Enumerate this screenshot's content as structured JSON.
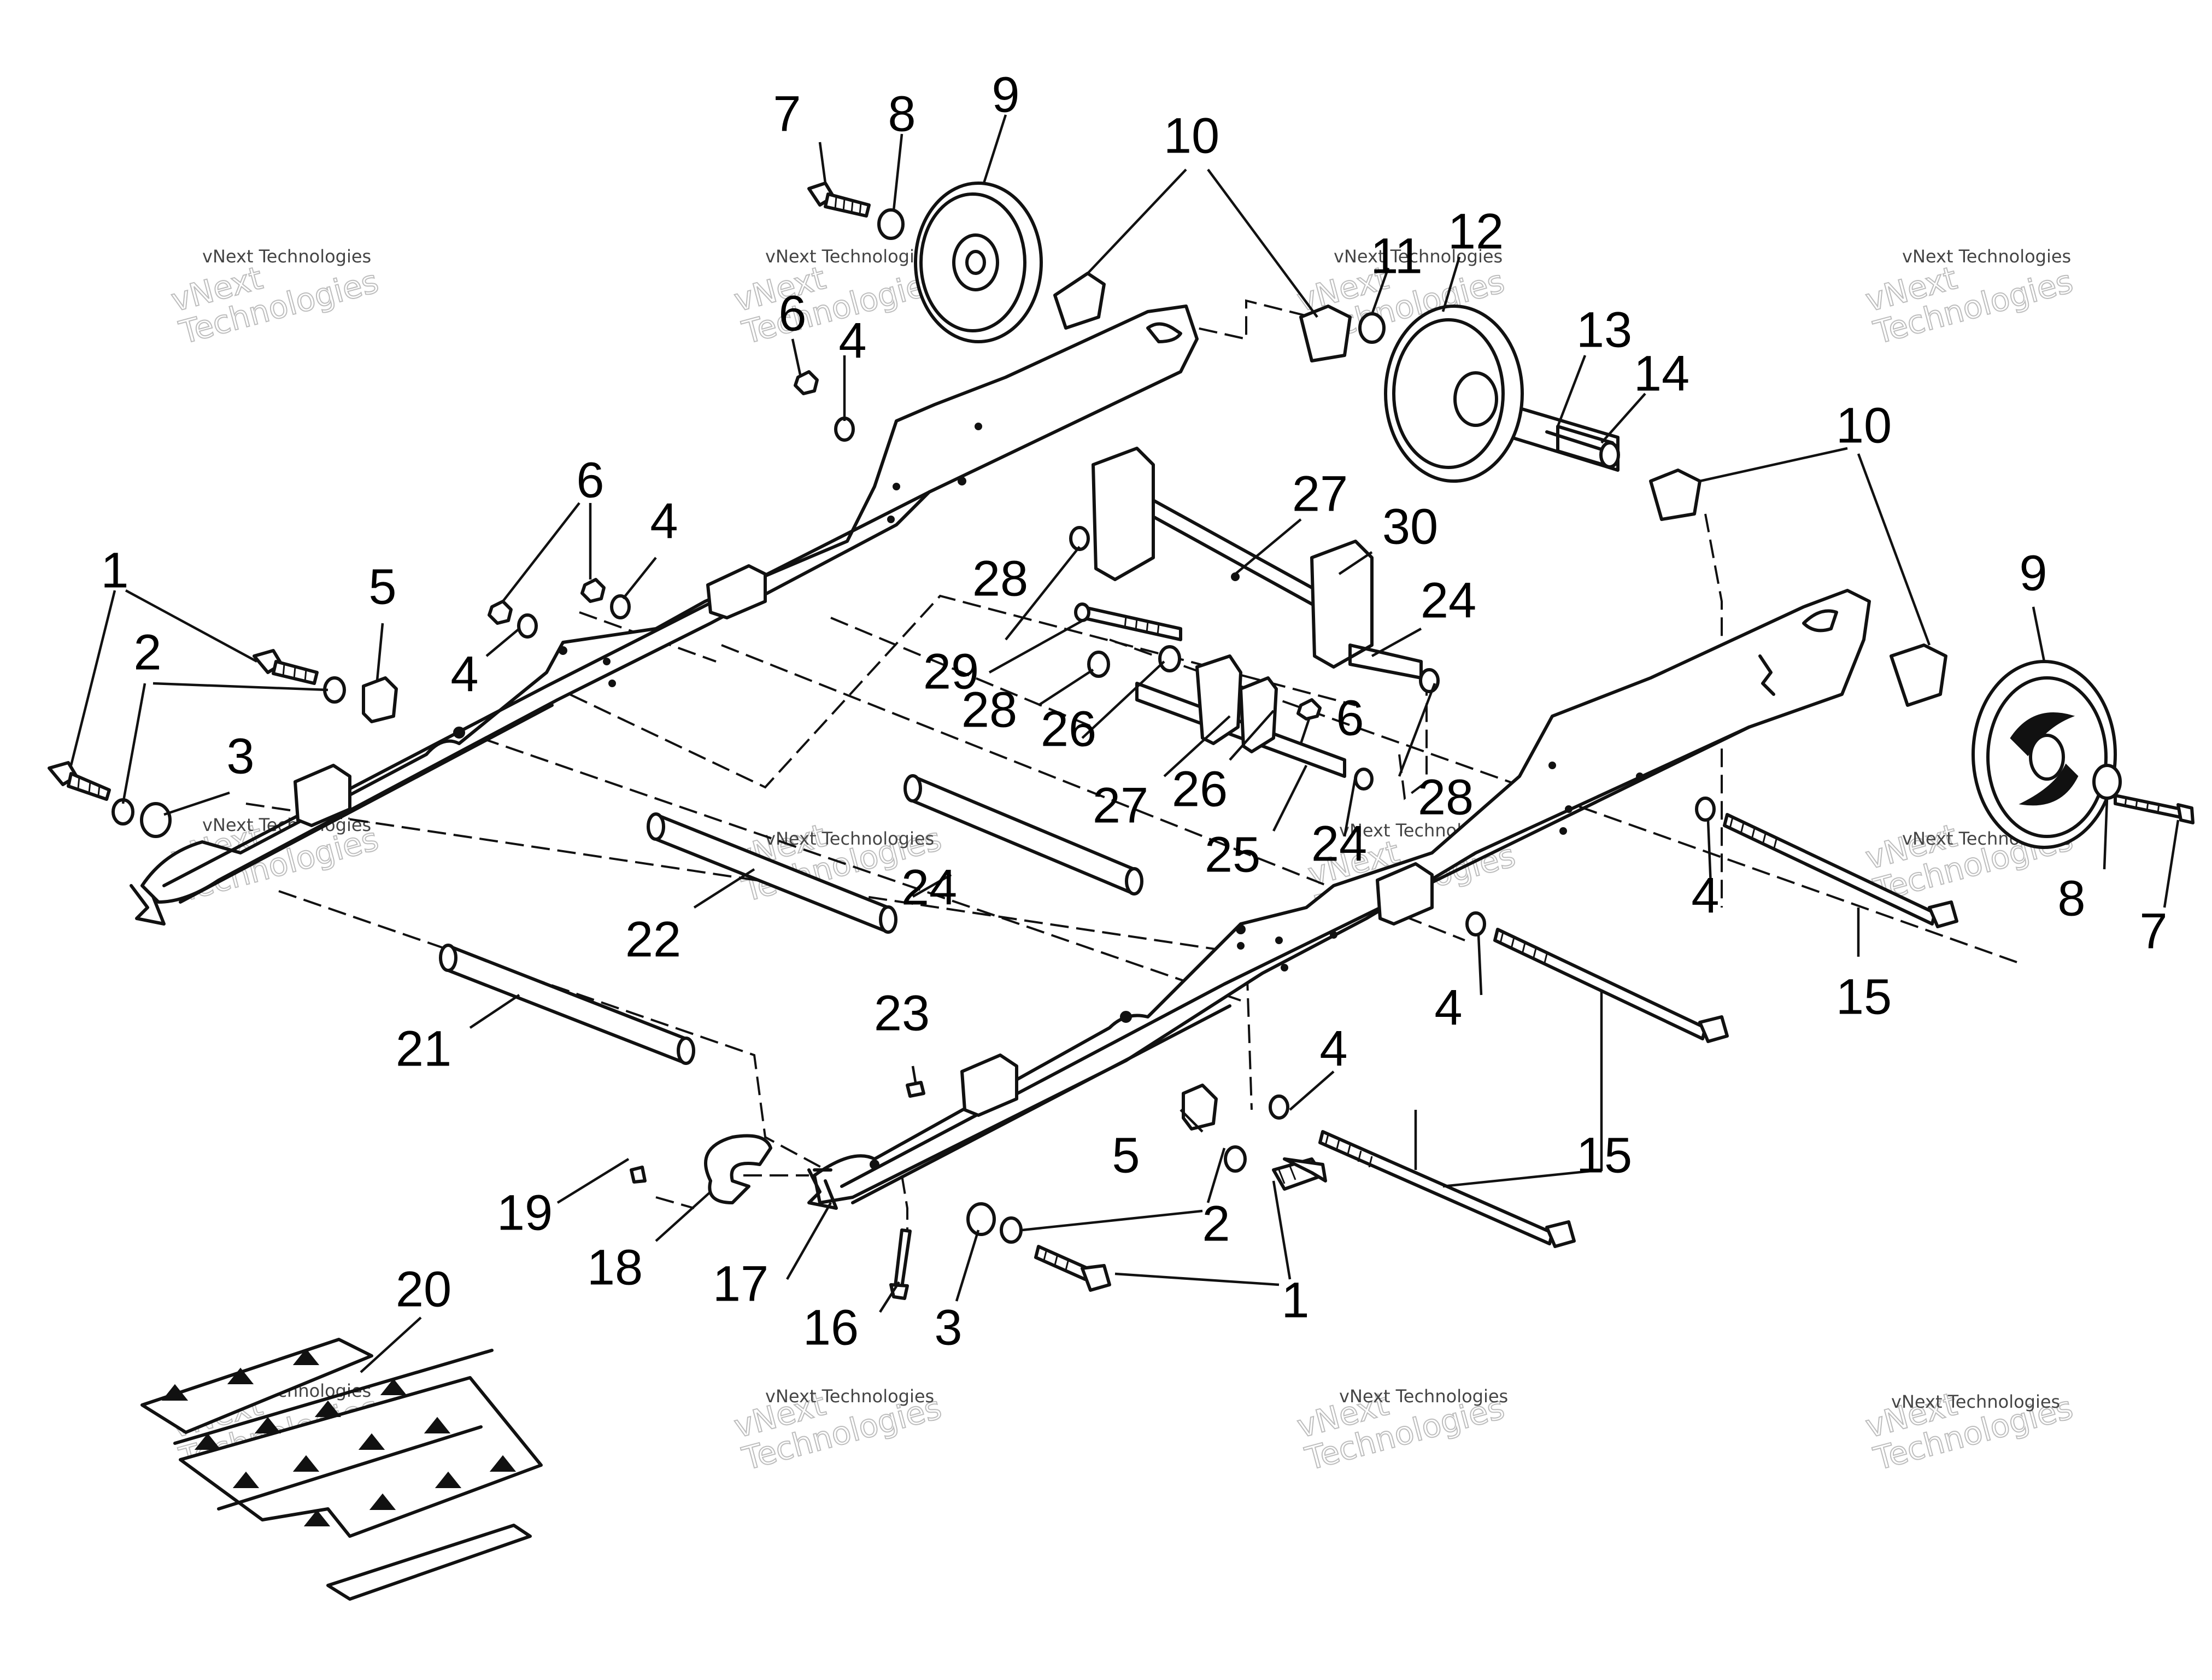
{
  "callouts": {
    "c1a": "1",
    "c1b": "1",
    "c2a": "2",
    "c2b": "2",
    "c3a": "3",
    "c3b": "3",
    "c4a": "4",
    "c4b": "4",
    "c4c": "4",
    "c4d": "4",
    "c4e": "4",
    "c4f": "4",
    "c5a": "5",
    "c5b": "5",
    "c6a": "6",
    "c6b": "6",
    "c6c": "6",
    "c7a": "7",
    "c7b": "7",
    "c8a": "8",
    "c8b": "8",
    "c9a": "9",
    "c9b": "9",
    "c10a": "10",
    "c10b": "10",
    "c11": "11",
    "c12": "12",
    "c13": "13",
    "c14": "14",
    "c15a": "15",
    "c15b": "15",
    "c16": "16",
    "c17": "17",
    "c18": "18",
    "c19": "19",
    "c20": "20",
    "c21": "21",
    "c22": "22",
    "c23": "23",
    "c24a": "24",
    "c24b": "24",
    "c24c": "24",
    "c25": "25",
    "c26a": "26",
    "c26b": "26",
    "c27a": "27",
    "c27b": "27",
    "c28a": "28",
    "c28b": "28",
    "c28c": "28",
    "c29": "29",
    "c30": "30"
  },
  "watermark": {
    "line1": "vNext Technologies",
    "line2": "vNext\nTechnologies"
  }
}
